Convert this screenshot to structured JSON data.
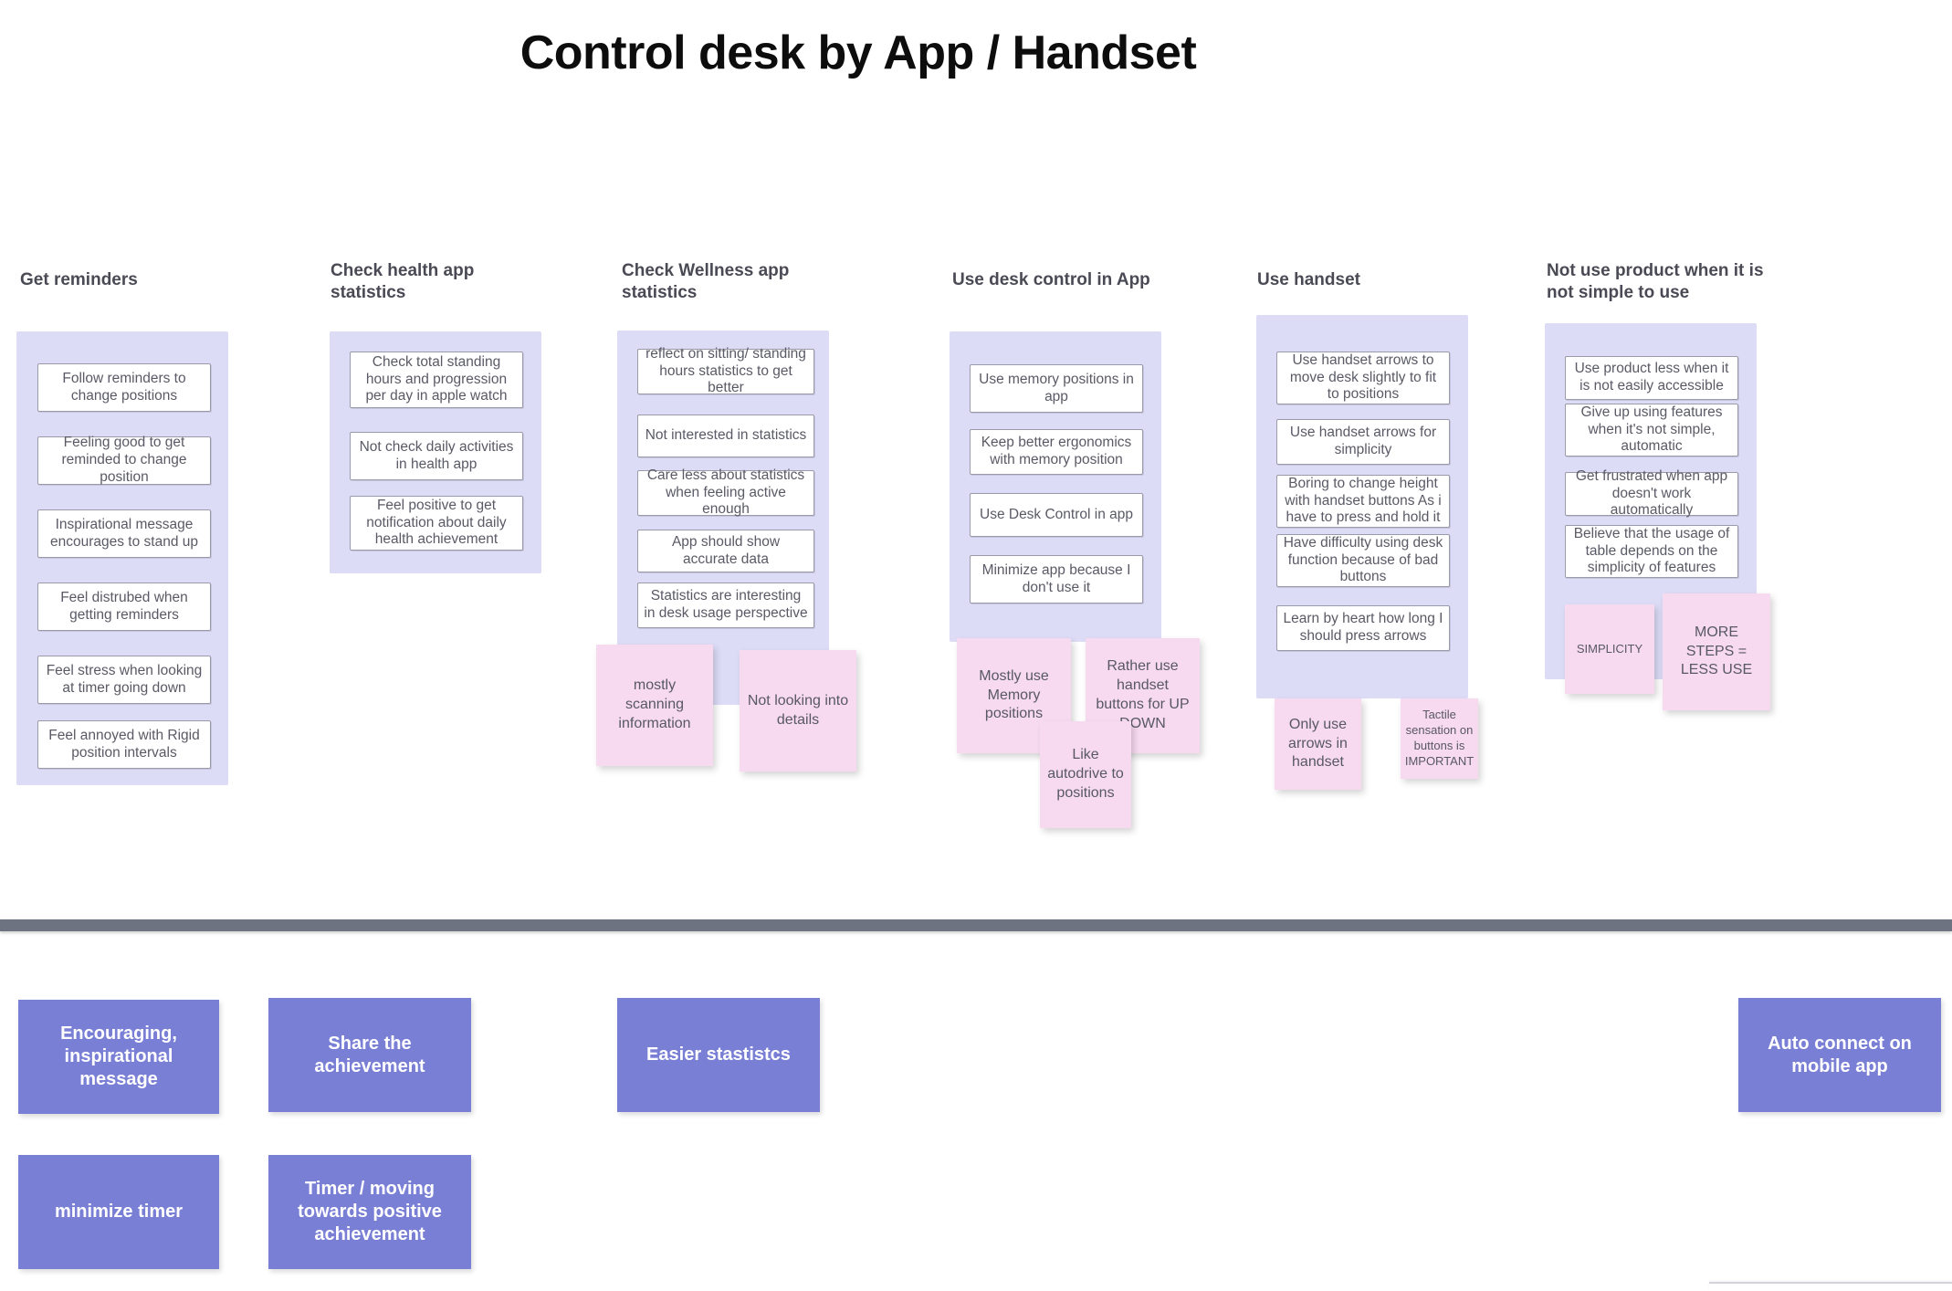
{
  "title": "Control desk by App / Handset",
  "columns": [
    {
      "header": "Get reminders",
      "cards": [
        "Follow reminders to change positions",
        "Feeling good to get reminded to change position",
        "Inspirational message encourages to stand up",
        "Feel distrubed when getting reminders",
        "Feel stress when looking at timer going down",
        "Feel annoyed with Rigid position intervals"
      ],
      "stickies": []
    },
    {
      "header": "Check health app statistics",
      "cards": [
        "Check total standing hours and progression per day in apple watch",
        "Not check daily activities in health app",
        "Feel positive to get notification about daily health achievement"
      ],
      "stickies": []
    },
    {
      "header": "Check Wellness app statistics",
      "cards": [
        "reflect on sitting/ standing hours statistics to get better",
        "Not interested in statistics",
        "Care less about statistics when feeling active enough",
        "App should show accurate data",
        "Statistics are interesting in desk usage perspective"
      ],
      "stickies": [
        "mostly scanning information",
        "Not looking into details"
      ]
    },
    {
      "header": "Use desk control in App",
      "cards": [
        "Use memory positions in app",
        "Keep better ergonomics with memory position",
        "Use Desk Control in app",
        "Minimize app because I don't use it"
      ],
      "stickies": [
        "Mostly use Memory positions",
        "Rather use handset buttons for UP DOWN",
        "Like autodrive to positions"
      ]
    },
    {
      "header": "Use handset",
      "cards": [
        "Use handset arrows to move desk slightly to fit to positions",
        "Use handset arrows for simplicity",
        "Boring to change height with handset buttons As i have to press and hold it",
        "Have difficulty using desk function because of bad buttons",
        "Learn by heart how long I should press arrows"
      ],
      "stickies": [
        "Only use arrows in handset",
        "Tactile sensation on buttons is IMPORTANT"
      ]
    },
    {
      "header": "Not use product when it is not simple to use",
      "cards": [
        "Use product less when it is not easily accessible",
        "Give up using features when it's not simple, automatic",
        "Get frustrated when app doesn't work automatically",
        "Believe that the usage of table depends on the simplicity of features"
      ],
      "stickies": [
        "SIMPLICITY",
        "MORE STEPS = LESS USE"
      ]
    }
  ],
  "solutions": [
    "Encouraging, inspirational message",
    "Share the achievement",
    "Easier stastistcs",
    "Auto connect on mobile app",
    "minimize timer",
    "Timer / moving towards positive achievement"
  ],
  "colors": {
    "panel": "#dcdcf7",
    "sticky": "#f7daf0",
    "solution": "#7a7fd6",
    "divider": "#6d7380",
    "card_text": "#5a5a66",
    "header_text": "#4a4a55"
  }
}
